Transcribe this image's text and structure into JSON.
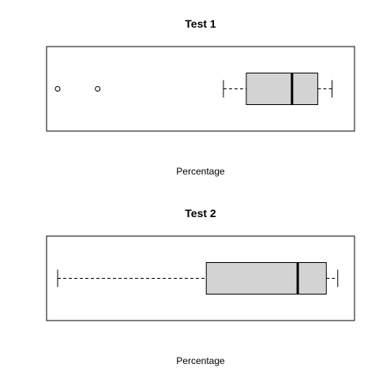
{
  "chart_data": [
    {
      "type": "boxplot",
      "orientation": "horizontal",
      "title": "Test 1",
      "xlabel": "Percentage",
      "axes_shown": false,
      "whisker_style": "dashed",
      "box_color": "#d3d3d3",
      "stats": {
        "whisker_low": 0.58,
        "q1": 0.66,
        "median": 0.82,
        "q3": 0.91,
        "whisker_high": 0.96
      },
      "outliers": [
        0.0,
        0.14
      ]
    },
    {
      "type": "boxplot",
      "orientation": "horizontal",
      "title": "Test 2",
      "xlabel": "Percentage",
      "axes_shown": false,
      "whisker_style": "dashed",
      "box_color": "#d3d3d3",
      "stats": {
        "whisker_low": 0.0,
        "q1": 0.52,
        "median": 0.84,
        "q3": 0.94,
        "whisker_high": 0.98
      },
      "outliers": []
    }
  ]
}
